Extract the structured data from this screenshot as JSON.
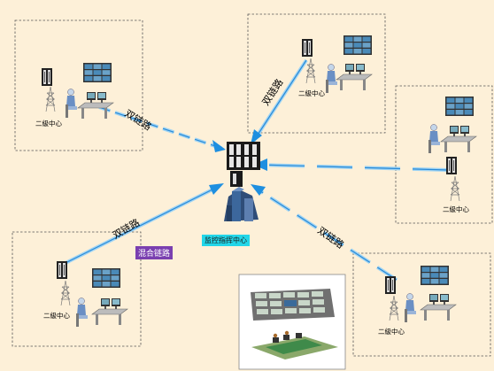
{
  "diagram": {
    "center_label": "监控指挥中心",
    "node_label": "二級中心",
    "dual_link_label": "双链路",
    "mixed_link_label": "混合链路",
    "colors": {
      "background": "#fdf0d8",
      "link_light": "#9fd4f4",
      "link_dark": "#2a8ad6",
      "arrow": "#1e8fe0",
      "center_label_bg": "#22d6e8",
      "mixed_label_bg": "#7a3fb0"
    }
  }
}
